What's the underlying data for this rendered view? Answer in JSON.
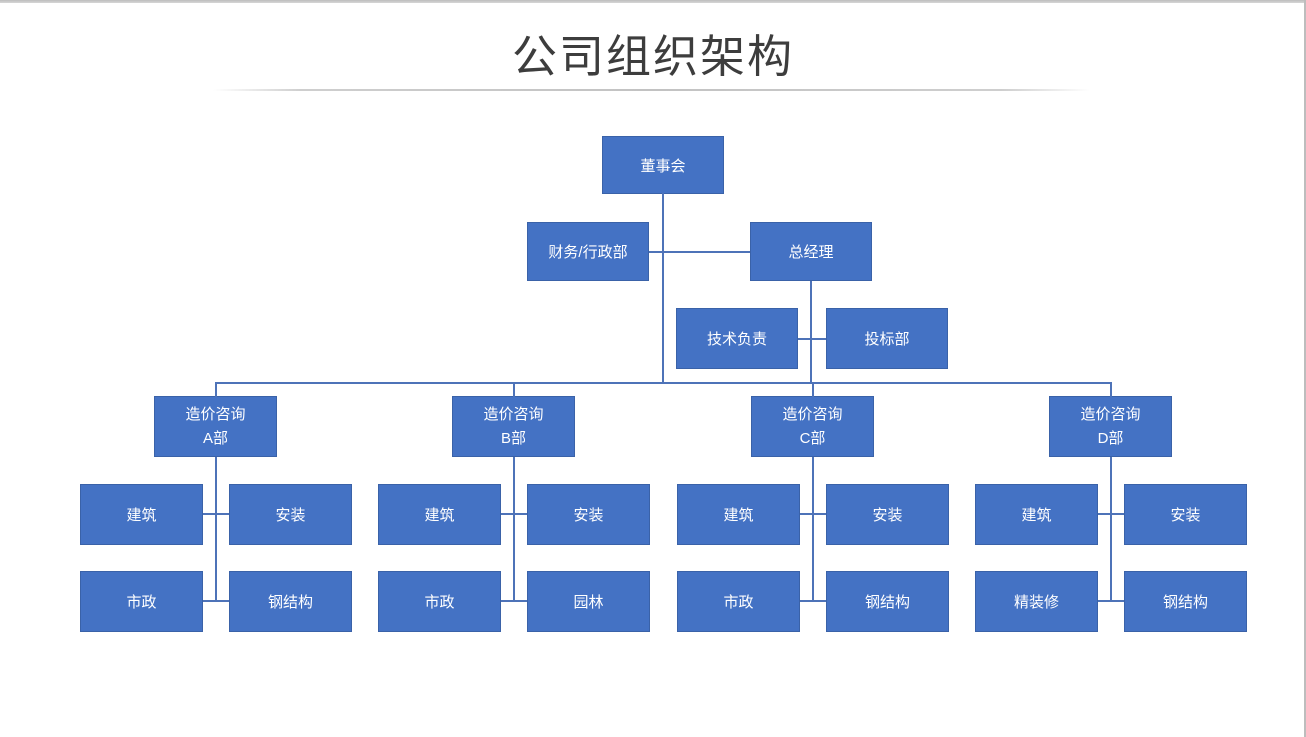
{
  "page": {
    "title": "公司组织架构"
  },
  "colors": {
    "background": "#FFFFFF",
    "node_fill": "#4472C4",
    "node_border": "#3A62A8",
    "node_text": "#FFFFFF",
    "connector": "#4E73B8",
    "title_text": "#3D3D3D",
    "divider": "#C6C6C6"
  },
  "org": {
    "root": {
      "label": "董事会"
    },
    "level2": [
      {
        "label": "财务/行政部"
      },
      {
        "label": "总经理"
      }
    ],
    "level3": [
      {
        "label": "技术负责"
      },
      {
        "label": "投标部"
      }
    ],
    "departments": [
      {
        "name_line1": "造价咨询",
        "name_line2": "A部",
        "children": [
          "建筑",
          "安装",
          "市政",
          "钢结构"
        ]
      },
      {
        "name_line1": "造价咨询",
        "name_line2": "B部",
        "children": [
          "建筑",
          "安装",
          "市政",
          "园林"
        ]
      },
      {
        "name_line1": "造价咨询",
        "name_line2": "C部",
        "children": [
          "建筑",
          "安装",
          "市政",
          "钢结构"
        ]
      },
      {
        "name_line1": "造价咨询",
        "name_line2": "D部",
        "children": [
          "建筑",
          "安装",
          "精装修",
          "钢结构"
        ]
      }
    ]
  }
}
